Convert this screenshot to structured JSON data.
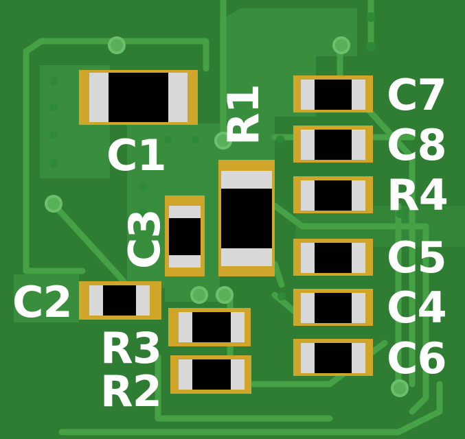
{
  "colors": {
    "board": "#2e7d32",
    "copper_pour": "#3d9440",
    "trace": "#46a046",
    "via": "#58b058",
    "pad_gold": "#cfa52a",
    "pad_silver": "#d8d8d8",
    "body": "#000000",
    "silkscreen": "#ffffff"
  },
  "designators": {
    "c1": "C1",
    "c2": "C2",
    "c3": "C3",
    "c4": "C4",
    "c5": "C5",
    "c6": "C6",
    "c7": "C7",
    "c8": "C8",
    "r1": "R1",
    "r2": "R2",
    "r3": "R3",
    "r4": "R4"
  }
}
